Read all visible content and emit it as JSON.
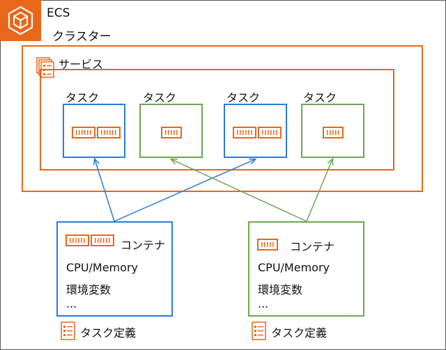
{
  "ecs": {
    "title": "ECS"
  },
  "cluster": {
    "label": "クラスター"
  },
  "service": {
    "label": "サービス"
  },
  "tasks": [
    {
      "label": "タスク",
      "containers": 2,
      "color": "#2b7bd6"
    },
    {
      "label": "タスク",
      "containers": 1,
      "color": "#6aa84f"
    },
    {
      "label": "タスク",
      "containers": 2,
      "color": "#2b7bd6"
    },
    {
      "label": "タスク",
      "containers": 1,
      "color": "#6aa84f"
    }
  ],
  "definitions": [
    {
      "container_label": "コンテナ",
      "containers": 2,
      "line1": "CPU/Memory",
      "line2": "環境変数",
      "line3": "...",
      "caption": "タスク定義",
      "color": "#2b7bd6"
    },
    {
      "container_label": "コンテナ",
      "containers": 1,
      "line1": "CPU/Memory",
      "line2": "環境変数",
      "line3": "...",
      "caption": "タスク定義",
      "color": "#6aa84f"
    }
  ],
  "colors": {
    "orange": "#e8671a",
    "blue": "#2b7bd6",
    "green": "#6aa84f"
  }
}
